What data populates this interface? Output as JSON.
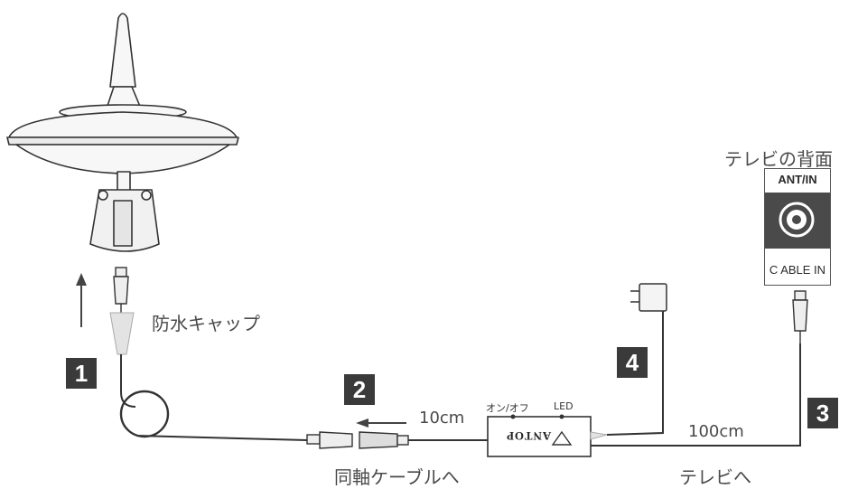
{
  "labels": {
    "tv_back": "テレビの背面",
    "ant_in": "ANT/IN",
    "cable_in": "C ABLE IN",
    "waterproof_cap": "防水キャップ",
    "length_short": "10cm",
    "length_long": "100cm",
    "to_coax": "同軸ケーブルへ",
    "to_tv": "テレビへ",
    "switch_label": "オン/オフ",
    "led_label": "LED",
    "brand": "ANTOP"
  },
  "steps": [
    "1",
    "2",
    "3",
    "4"
  ]
}
